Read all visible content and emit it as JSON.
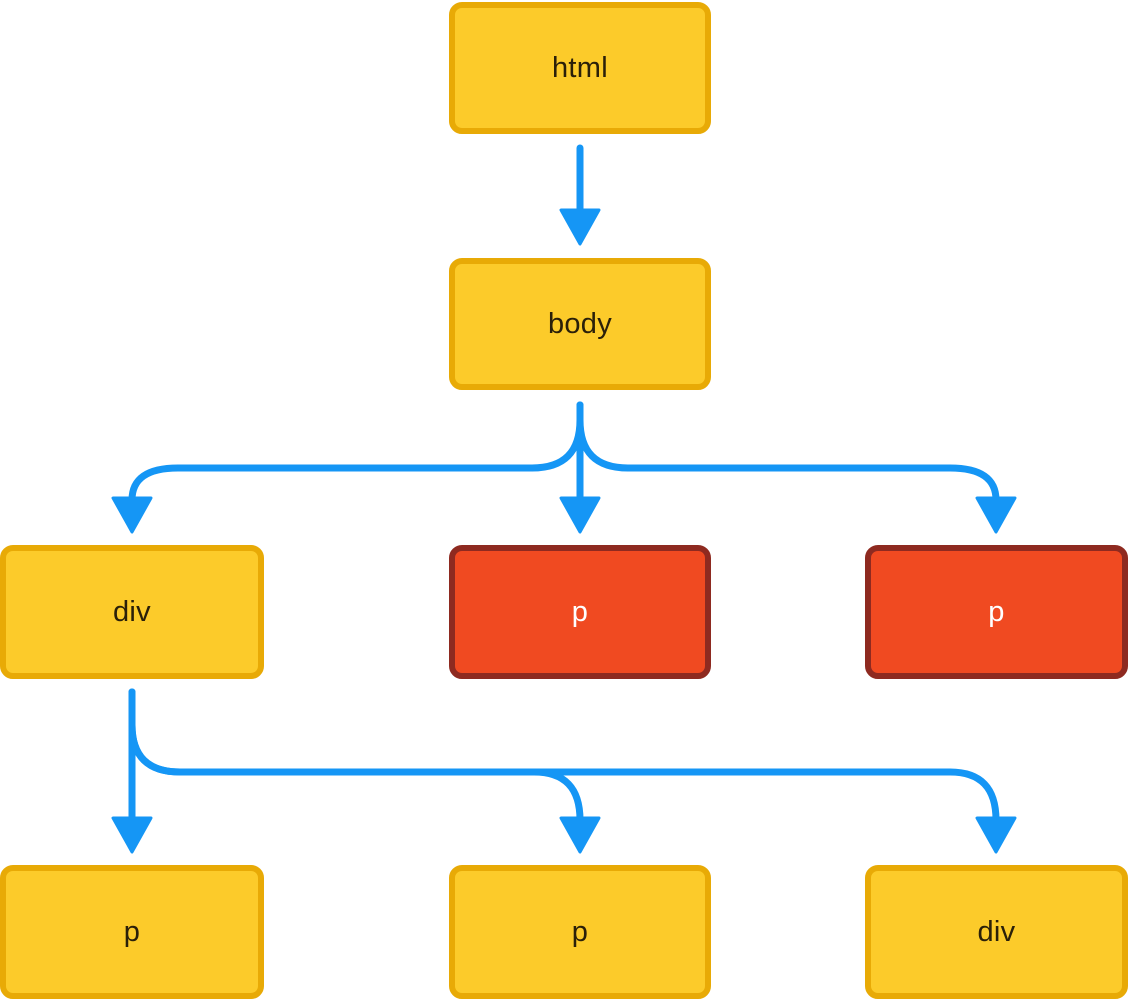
{
  "nodes": {
    "html": "html",
    "body": "body",
    "div_level2": "div",
    "p_level2_center": "p",
    "p_level2_right": "p",
    "p_level3_left": "p",
    "p_level3_center": "p",
    "div_level3_right": "div"
  },
  "highlighted_nodes": [
    "p_level2_center",
    "p_level2_right"
  ],
  "colors": {
    "node_fill": "#fccb2a",
    "node_border": "#e8aa06",
    "highlight_fill": "#f04a21",
    "highlight_border": "#8e2a20",
    "arrow": "#1596f5"
  }
}
